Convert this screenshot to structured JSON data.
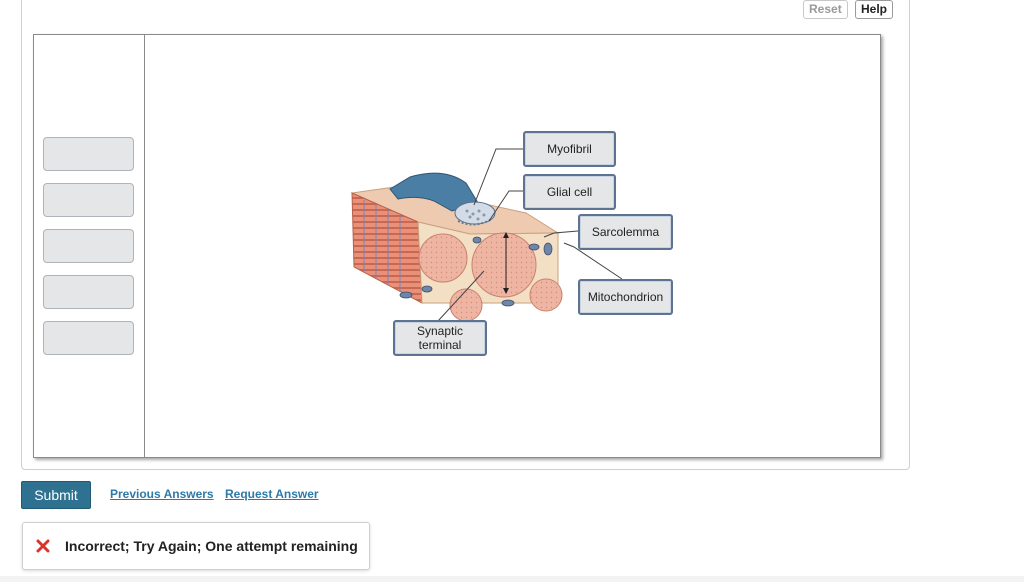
{
  "toolbar": {
    "reset_label": "Reset",
    "help_label": "Help"
  },
  "label_bank": {
    "slot_count": 5
  },
  "diagram_labels": [
    {
      "id": "myofibril",
      "text": "Myofibril"
    },
    {
      "id": "glial-cell",
      "text": "Glial cell"
    },
    {
      "id": "sarcolemma",
      "text": "Sarcolemma"
    },
    {
      "id": "mitochondrion",
      "text": "Mitochondrion"
    },
    {
      "id": "synaptic-terminal",
      "text": "Synaptic\nterminal"
    }
  ],
  "actions": {
    "submit_label": "Submit",
    "previous_answers_label": "Previous Answers",
    "request_answer_label": "Request Answer"
  },
  "feedback": {
    "text": "Incorrect; Try Again; One attempt remaining",
    "icon": "x-icon",
    "icon_color": "#d9342b"
  },
  "colors": {
    "accent": "#2f7190",
    "link": "#2d7aa8",
    "label_border": "#5e7391"
  }
}
